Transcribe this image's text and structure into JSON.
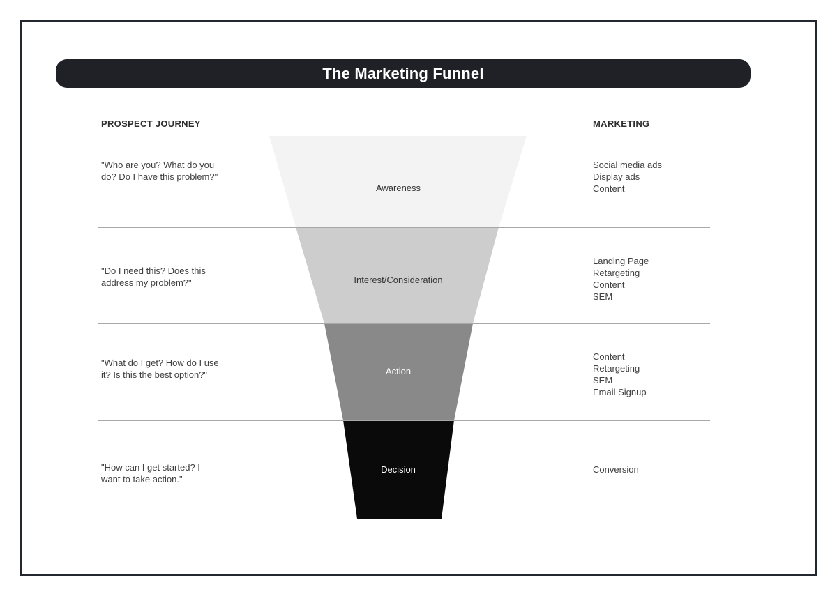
{
  "title": "The Marketing Funnel",
  "columns": {
    "left_header": "PROSPECT JOURNEY",
    "right_header": "MARKETING"
  },
  "stages": [
    {
      "label": "Awareness",
      "color": "#f3f3f3",
      "label_color": "#333333",
      "quote_lines": [
        "\"Who are you? What do you",
        "do? Do I have this problem?\""
      ],
      "marketing": [
        "Social media ads",
        "Display ads",
        "Content"
      ]
    },
    {
      "label": "Interest/Consideration",
      "color": "#cdcdcd",
      "label_color": "#333333",
      "quote_lines": [
        "\"Do I need this? Does this",
        "address my problem?\""
      ],
      "marketing": [
        "Landing Page",
        "Retargeting",
        "Content",
        "SEM"
      ]
    },
    {
      "label": "Action",
      "color": "#898989",
      "label_color": "#ffffff",
      "quote_lines": [
        "\"What do I get? How do I use",
        "it? Is this the best option?\""
      ],
      "marketing": [
        "Content",
        "Retargeting",
        "SEM",
        "Email Signup"
      ]
    },
    {
      "label": "Decision",
      "color": "#0a0a0a",
      "label_color": "#ffffff",
      "quote_lines": [
        "\"How can I get started? I",
        "want to take action.\""
      ],
      "marketing": [
        "Conversion"
      ]
    }
  ],
  "divider_color": "#a8a8a8"
}
